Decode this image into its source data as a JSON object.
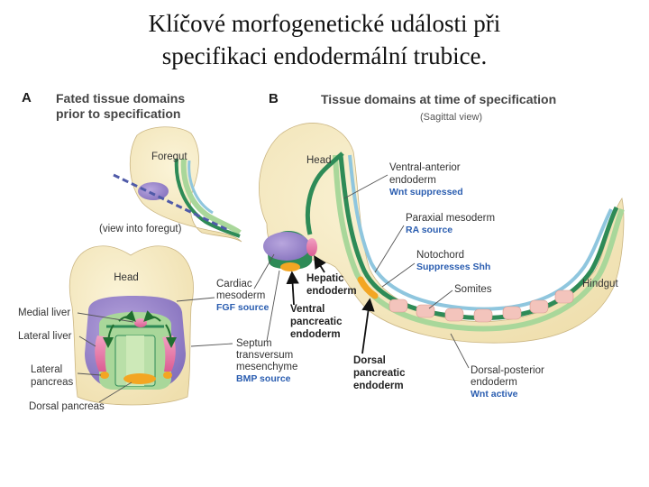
{
  "title": {
    "line1": "Klíčové morfogenetické události při",
    "line2": "specifikaci endodermální trubice."
  },
  "panel_a": {
    "letter": "A",
    "heading_line1": "Fated tissue domains",
    "heading_line2": "prior to specification",
    "foregut": "Foregut",
    "view_into_foregut": "(view into foregut)",
    "head": "Head",
    "medial_liver": "Medial liver",
    "lateral_liver": "Lateral liver",
    "lateral_pancreas_1": "Lateral",
    "lateral_pancreas_2": "pancreas",
    "dorsal_pancreas": "Dorsal pancreas"
  },
  "panel_b": {
    "letter": "B",
    "heading": "Tissue domains at time of specification",
    "sagittal": "(Sagittal view)",
    "head": "Head",
    "ventral_anterior_1": "Ventral-anterior",
    "ventral_anterior_2": "endoderm",
    "wnt_suppressed": "Wnt suppressed",
    "paraxial": "Paraxial mesoderm",
    "ra_source": "RA source",
    "notochord": "Notochord",
    "suppresses_shh": "Suppresses Shh",
    "somites": "Somites",
    "hindgut": "Hindgut",
    "cardiac_1": "Cardiac",
    "cardiac_2": "mesoderm",
    "fgf_source": "FGF source",
    "hepatic_1": "Hepatic",
    "hepatic_2": "endoderm",
    "ventral_pancreatic_1": "Ventral",
    "ventral_pancreatic_2": "pancreatic",
    "ventral_pancreatic_3": "endoderm",
    "septum_1": "Septum",
    "septum_2": "transversum",
    "septum_3": "mesenchyme",
    "bmp_source": "BMP source",
    "dorsal_pancreatic_1": "Dorsal",
    "dorsal_pancreatic_2": "pancreatic",
    "dorsal_pancreatic_3": "endoderm",
    "dorsal_posterior_1": "Dorsal-posterior",
    "dorsal_posterior_2": "endoderm",
    "wnt_active": "Wnt active"
  },
  "colors": {
    "tissue": "#f6ebc4",
    "endoderm_green": "#2e8b57",
    "mesoderm_light_green": "#a9d79a",
    "notochord_blue": "#8fc6de",
    "cardiac_purple": "#9c86c9",
    "liver_pink": "#e77aa8",
    "pancreas_orange": "#f3a623",
    "somite_pink": "#f3c4bc",
    "signal_blue": "#2a5db0"
  }
}
